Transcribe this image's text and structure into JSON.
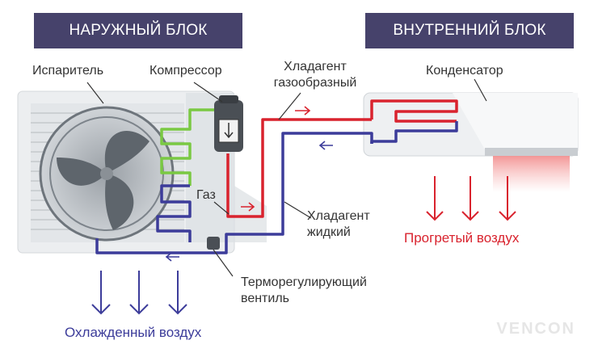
{
  "headers": {
    "outdoor": "НАРУЖНЫЙ БЛОК",
    "indoor": "ВНУТРЕННИЙ БЛОК"
  },
  "labels": {
    "evaporator": "Испаритель",
    "compressor": "Компрессор",
    "refrigerant_gas_line1": "Хладагент",
    "refrigerant_gas_line2": "газообразный",
    "condenser": "Конденсатор",
    "gas": "Газ",
    "refrigerant_liquid_line1": "Хладагент",
    "refrigerant_liquid_line2": "жидкий",
    "valve_line1": "Терморегулирующий",
    "valve_line2": "вентиль",
    "warm_air": "Прогретый воздух",
    "cool_air": "Охлажденный воздух"
  },
  "logo": "VENCON",
  "colors": {
    "header_bg": "#46426b",
    "hot_line": "#d9232e",
    "cold_line": "#3c3c9a",
    "mid_line": "#7ac943",
    "warm_air_text": "#d9232e",
    "cool_air_text": "#3c3c9a"
  }
}
